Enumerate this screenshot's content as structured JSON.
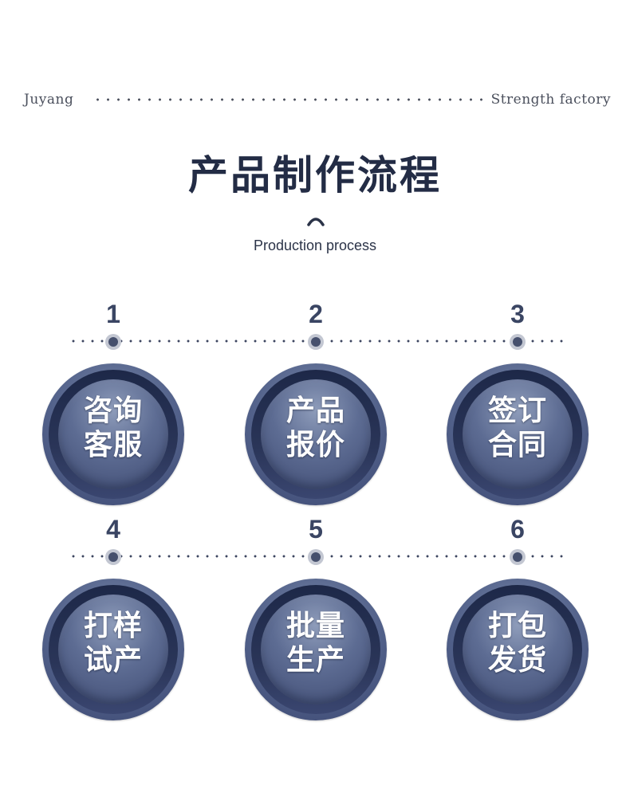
{
  "header": {
    "brand": "Juyang",
    "tagline": "Strength factory",
    "title": "产品制作流程",
    "subtitle": "Production process"
  },
  "colors": {
    "title": "#232c45",
    "circle_dark": "#1d2848",
    "circle_light": "#8e9cba",
    "marker": "#46506d"
  },
  "steps": [
    {
      "number": "1",
      "line1": "咨询",
      "line2": "客服"
    },
    {
      "number": "2",
      "line1": "产品",
      "line2": "报价"
    },
    {
      "number": "3",
      "line1": "签订",
      "line2": "合同"
    },
    {
      "number": "4",
      "line1": "打样",
      "line2": "试产"
    },
    {
      "number": "5",
      "line1": "批量",
      "line2": "生产"
    },
    {
      "number": "6",
      "line1": "打包",
      "line2": "发货"
    }
  ]
}
